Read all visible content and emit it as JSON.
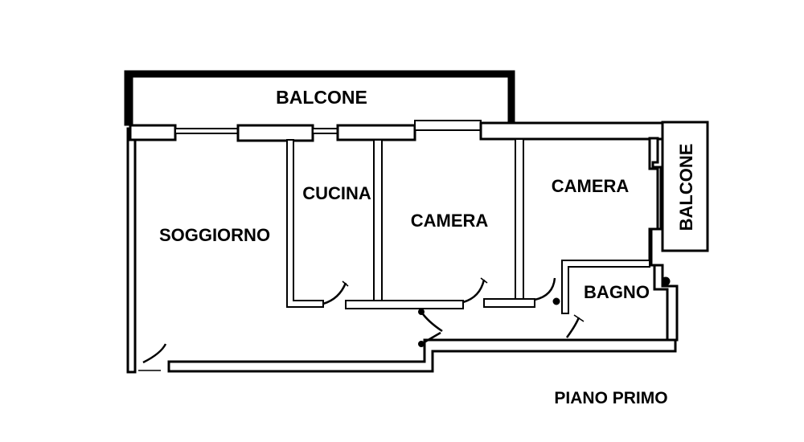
{
  "plan": {
    "floor_label": "PIANO PRIMO",
    "rooms": {
      "balcone_top": "BALCONE",
      "balcone_right": "BALCONE",
      "soggiorno": "SOGGIORNO",
      "cucina": "CUCINA",
      "camera_center": "CAMERA",
      "camera_right": "CAMERA",
      "bagno": "BAGNO"
    },
    "colors": {
      "lines": "#000000",
      "background": "#ffffff"
    }
  }
}
